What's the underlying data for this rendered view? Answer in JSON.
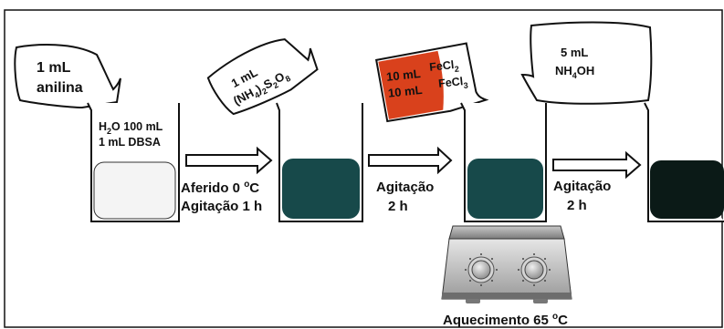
{
  "step1": {
    "reagent_line1": "1 mL",
    "reagent_line2": "anilina",
    "beaker_line1_main": "H",
    "beaker_line1_sub": "2",
    "beaker_line1_rest": "O 100 mL",
    "beaker_line2": "1 mL DBSA",
    "liquid_color": "#f4f4f4"
  },
  "arrow1": {
    "line1_prefix": "Aferido 0 ",
    "line1_sup": "o",
    "line1_suffix": "C",
    "line2": "Agitação 1 h"
  },
  "step2": {
    "reagent_line1": "1 mL",
    "reagent_line2_parts": [
      "(NH",
      "4",
      ")",
      "2",
      "S",
      "2",
      "O",
      "8"
    ],
    "liquid_color": "#17494a"
  },
  "arrow2": {
    "line1": "Agitação",
    "line2": "2 h"
  },
  "step3": {
    "fill_line1": "10 mL",
    "fill_line2": "10 mL",
    "label1_main": "FeCl",
    "label1_sub": "2",
    "label2_main": "FeCl",
    "label2_sub": "3",
    "fill_color": "#d9411c",
    "liquid_color": "#17494a"
  },
  "arrow3": {
    "line1": "Agitação",
    "line2": "2 h"
  },
  "step4": {
    "reagent_line1": "5 mL",
    "reagent_line2_main": "NH",
    "reagent_line2_sub": "4",
    "reagent_line2_rest": "OH",
    "liquid_color": "#0b1a17"
  },
  "heater": {
    "caption_prefix": "Aquecimento 65 ",
    "caption_sup": "o",
    "caption_suffix": "C"
  }
}
